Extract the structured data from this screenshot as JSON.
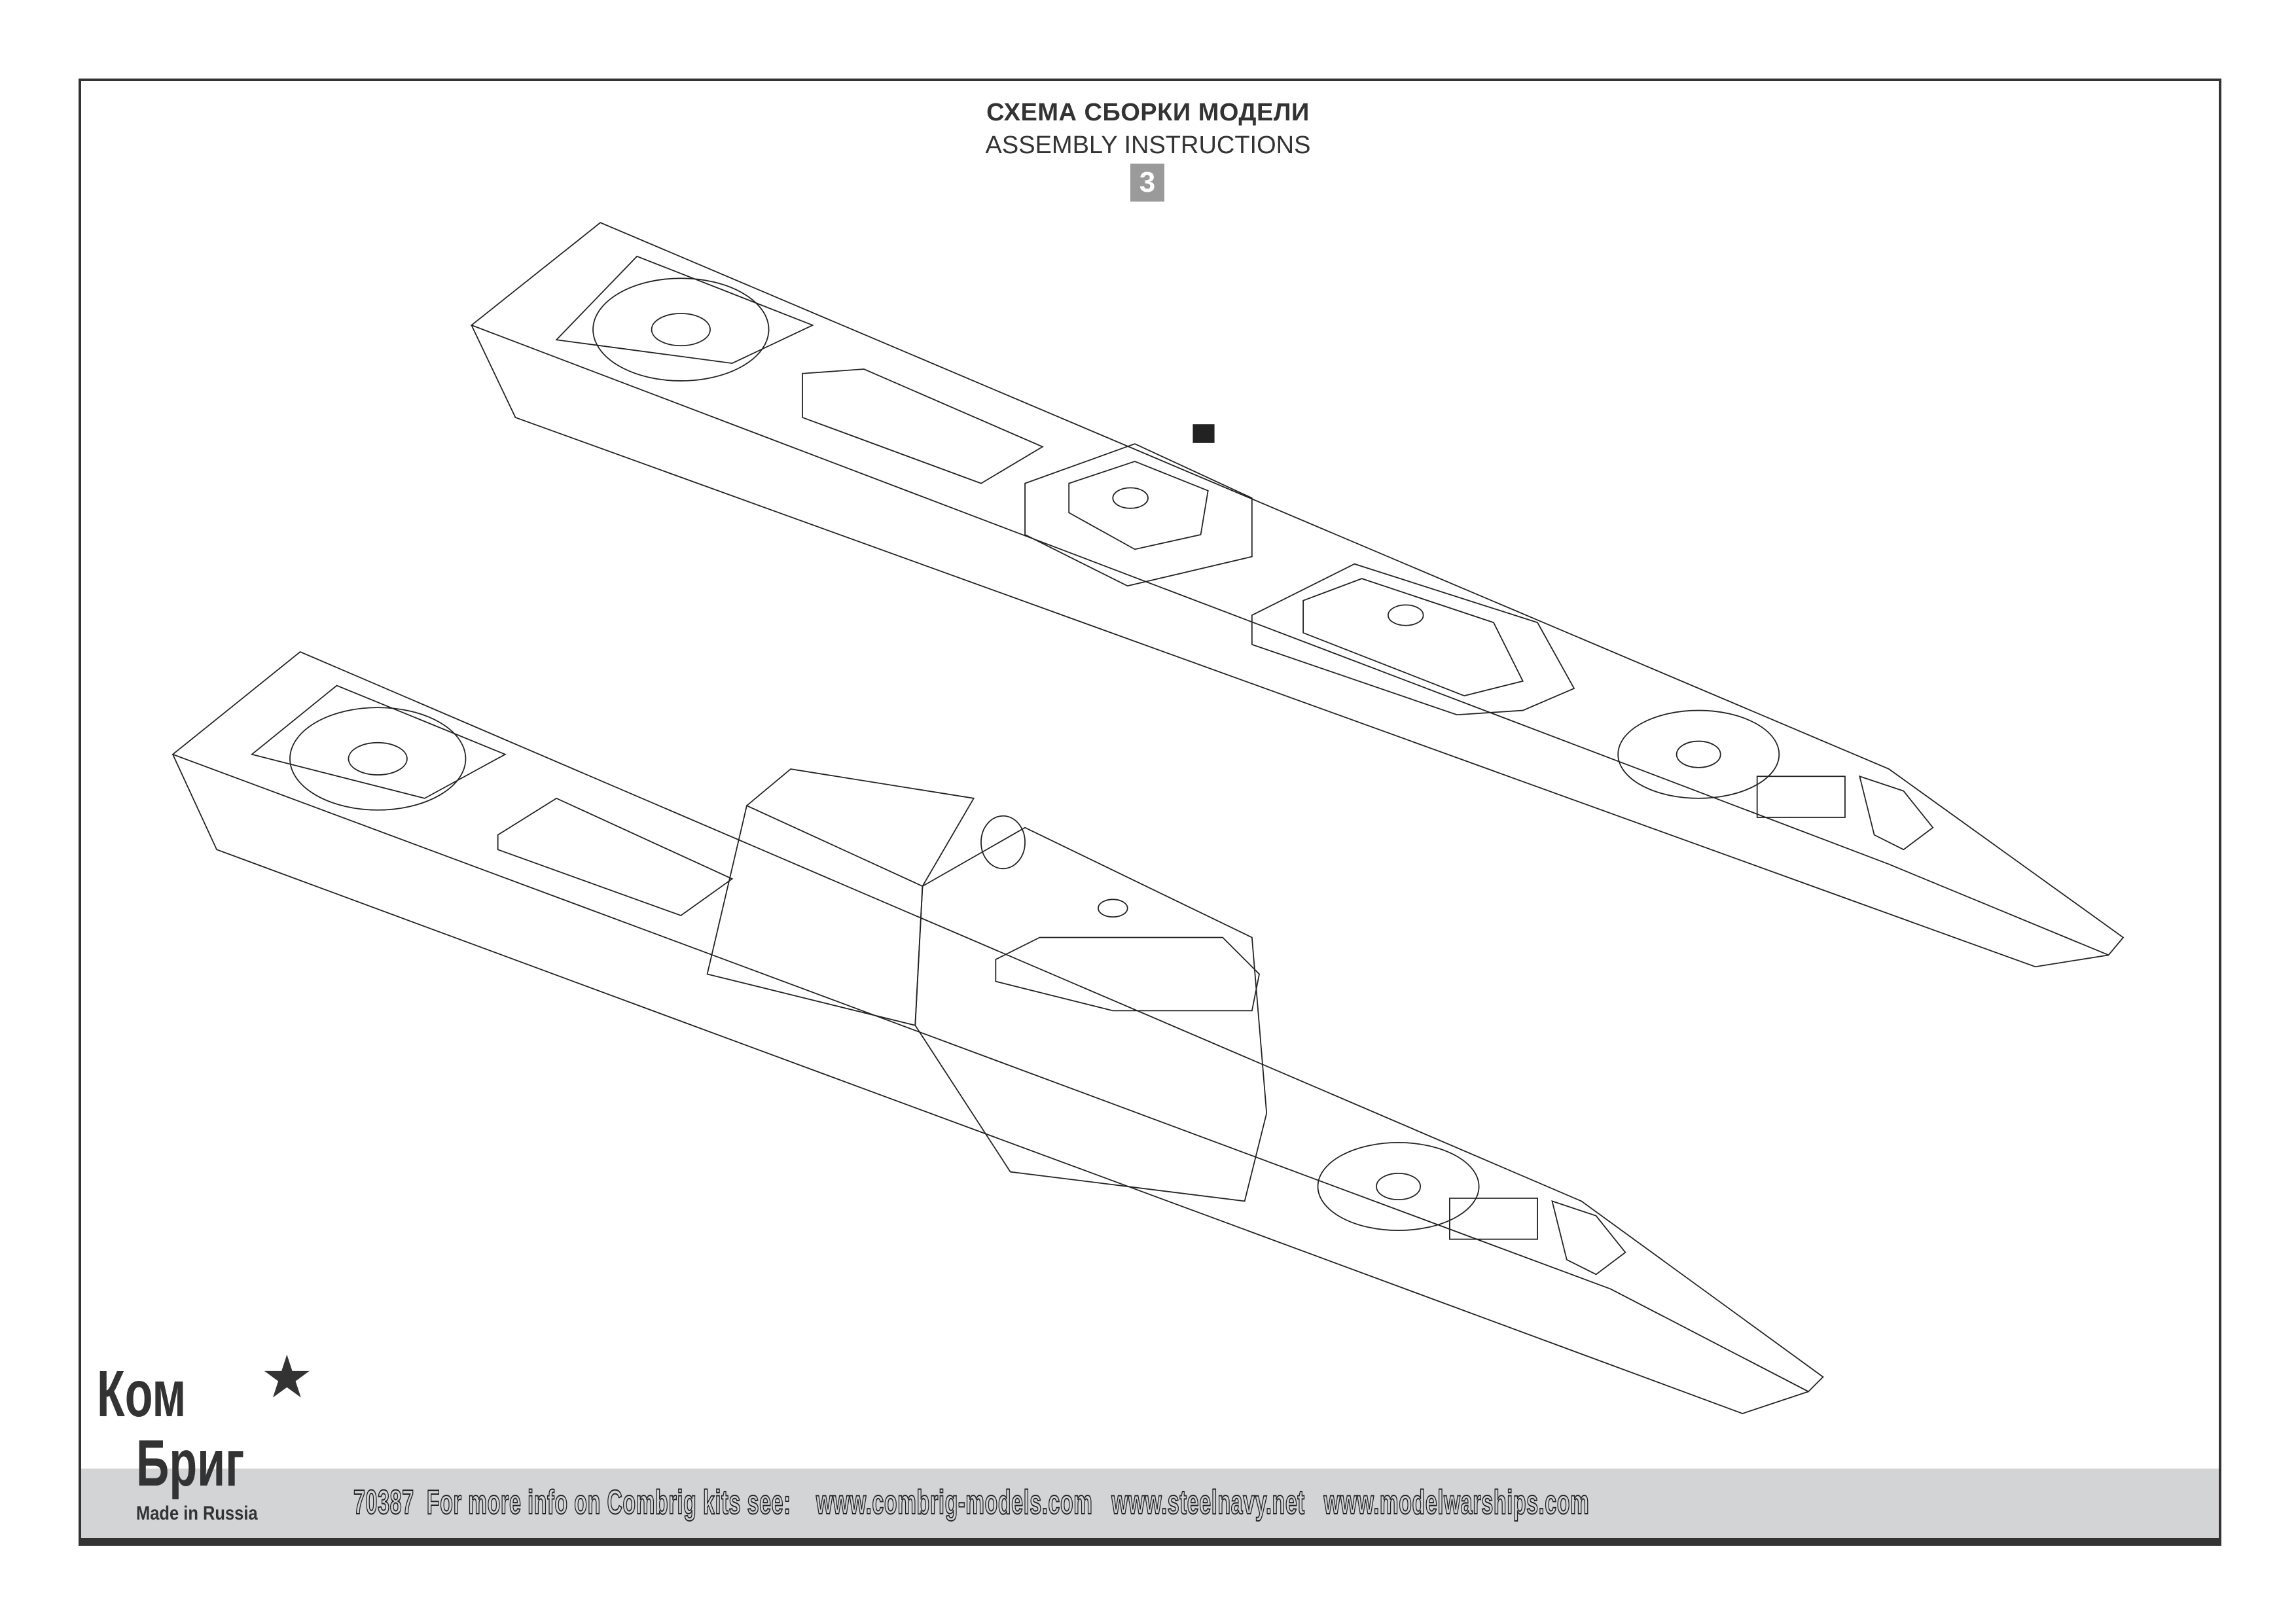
{
  "header": {
    "title_ru": "СХЕМА СБОРКИ МОДЕЛИ",
    "title_en": "ASSEMBLY INSTRUCTIONS",
    "step_number": "3"
  },
  "footer": {
    "text": "70387  For more info on Combrig kits see:    www.combrig-models.com   www.steelnavy.net   www.modelwarships.com",
    "kit_number": "70387"
  },
  "logo": {
    "line1": "Ком",
    "line2": "Бриг",
    "made_in": "Made in Russia"
  },
  "colors": {
    "footer_band": "#d3d4d6",
    "step_badge": "#9a9a9a",
    "ink": "#333333"
  }
}
